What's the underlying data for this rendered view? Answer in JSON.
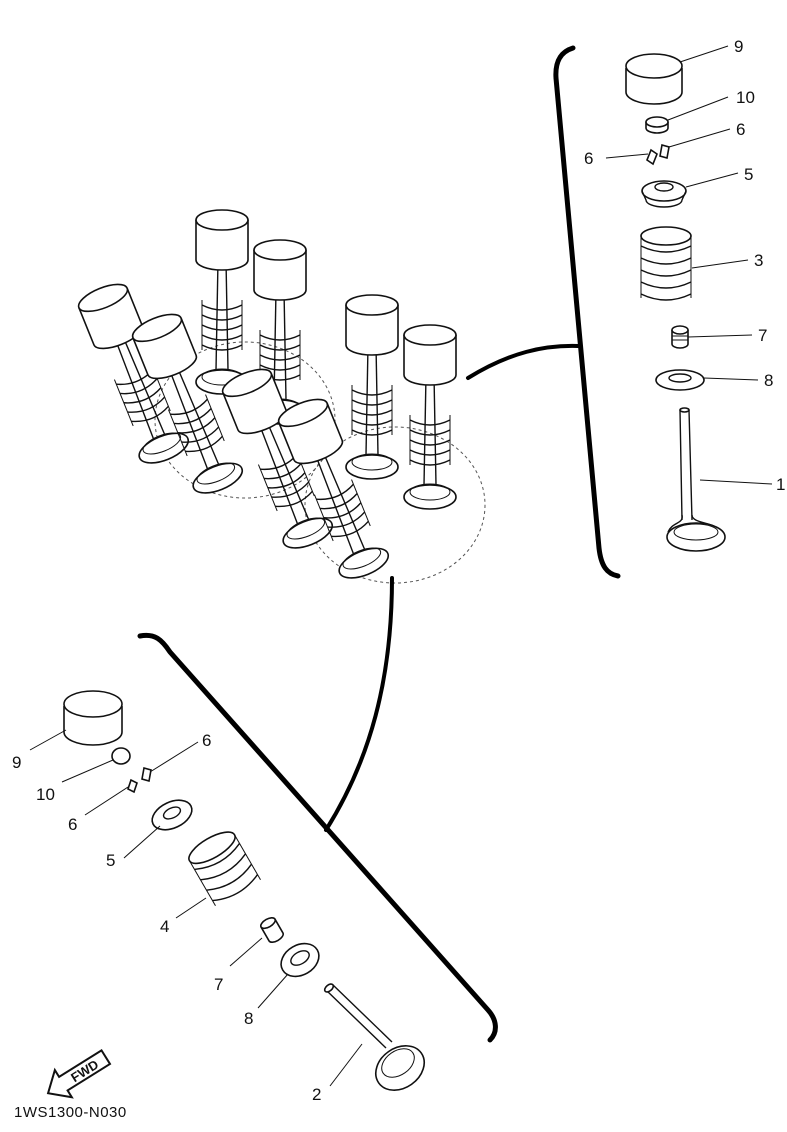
{
  "diagram_code": "1WS1300-N030",
  "fwd_label": "FWD",
  "upper_callouts": {
    "c9": "9",
    "c10": "10",
    "c6a": "6",
    "c6b": "6",
    "c5": "5",
    "c3": "3",
    "c7": "7",
    "c8": "8",
    "c1": "1"
  },
  "lower_callouts": {
    "c9": "9",
    "c10": "10",
    "c6a": "6",
    "c6b": "6",
    "c5": "5",
    "c4": "4",
    "c7": "7",
    "c8": "8",
    "c2": "2"
  }
}
